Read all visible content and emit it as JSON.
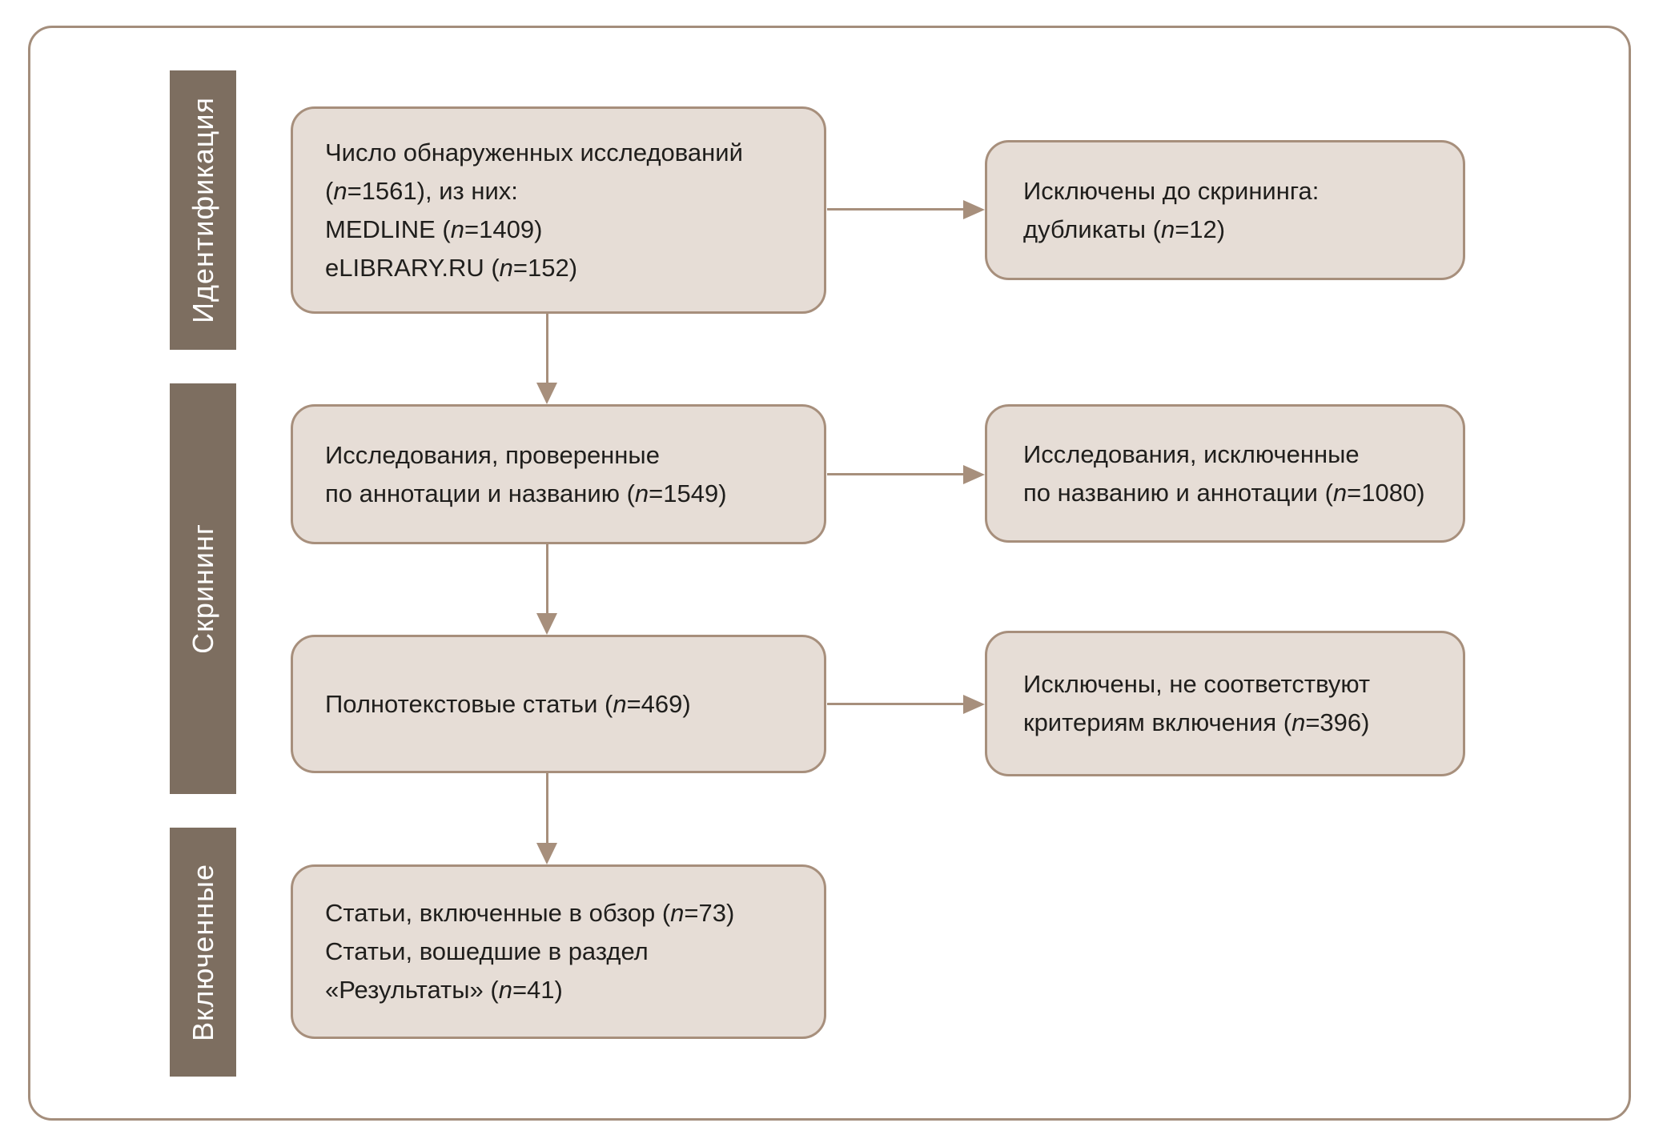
{
  "palette": {
    "bar_fill": "#7d6e60",
    "box_fill": "#e6ddd6",
    "box_border": "#a78f7c",
    "arrow": "#a78f7c",
    "frame_border": "#a48e7c",
    "text_ink": "#1f1e1c",
    "bar_text": "#ffffff"
  },
  "stages": [
    {
      "label": "Идентификация"
    },
    {
      "label": "Скрининг"
    },
    {
      "label": "Включенные"
    }
  ],
  "boxes": {
    "identified": {
      "lines": [
        "Число обнаруженных исследований",
        "(n=1561), из них:",
        "MEDLINE (n=1409)",
        "eLIBRARY.RU (n=152)"
      ]
    },
    "screened": {
      "lines": [
        "Исследования, проверенные",
        "по аннотации и названию (n=1549)"
      ]
    },
    "fulltext": {
      "lines": [
        "Полнотекстовые статьи (n=469)"
      ]
    },
    "included": {
      "lines": [
        "Статьи, включенные в обзор (n=73)",
        "Статьи, вошедшие в раздел",
        "«Результаты» (n=41)"
      ]
    },
    "excluded_before_screening": {
      "lines": [
        "Исключены до скрининга:",
        "дубликаты (n=12)"
      ]
    },
    "excluded_title_abstract": {
      "lines": [
        "Исследования, исключенные",
        "по названию и аннотации (n=1080)"
      ]
    },
    "excluded_criteria": {
      "lines": [
        "Исключены, не соответствуют",
        "критериям включения (n=396)"
      ]
    }
  }
}
